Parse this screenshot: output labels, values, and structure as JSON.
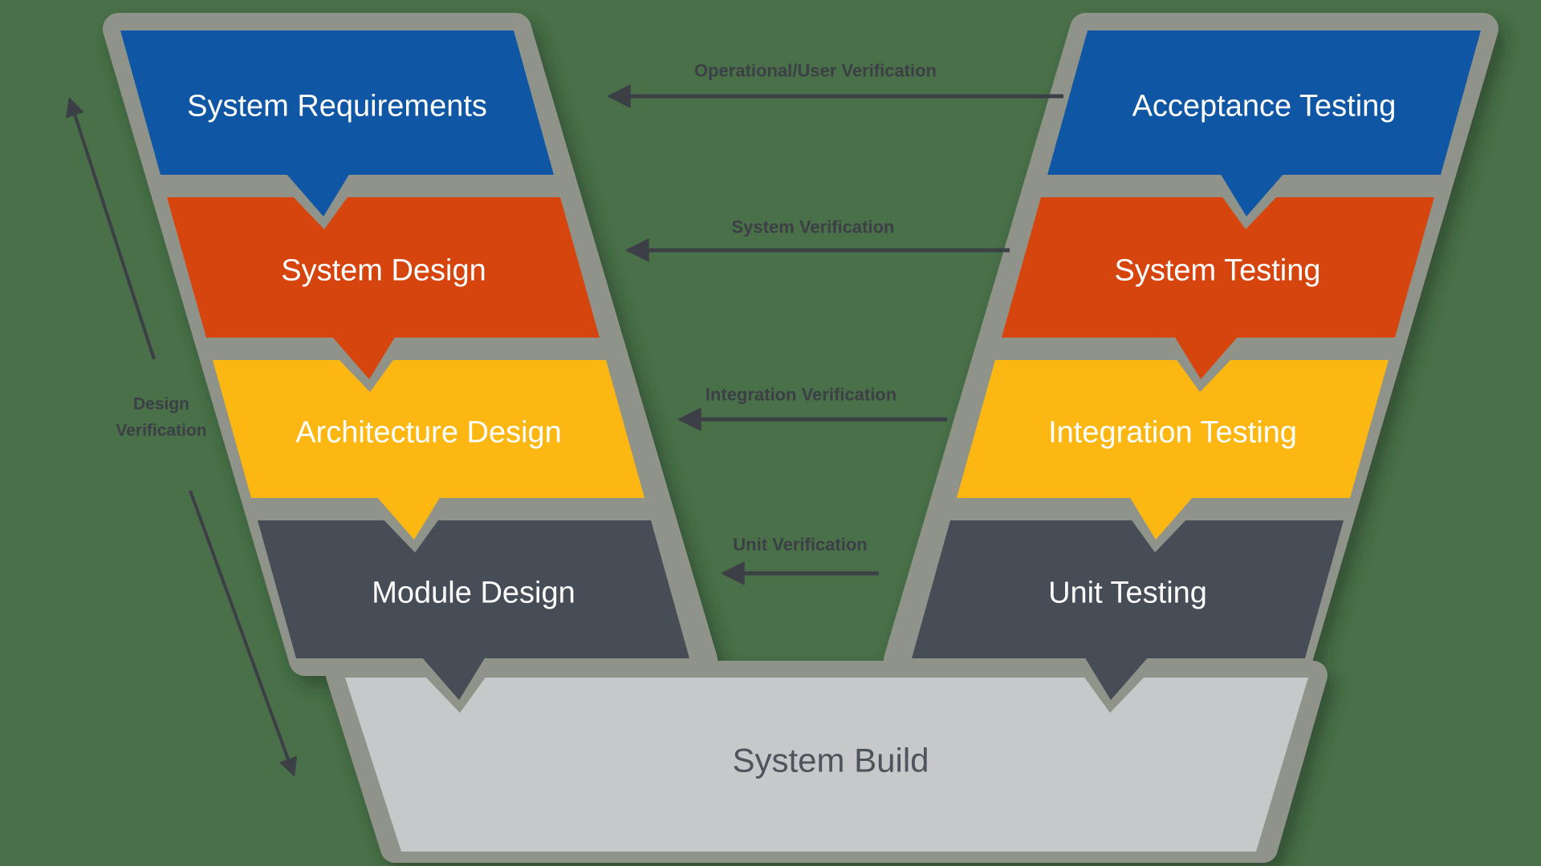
{
  "background_color": "#497048",
  "palette": {
    "backing": "#90938a",
    "arrow": "#3c4046",
    "label_text": "#3c4046",
    "stage_text": "#ffffff"
  },
  "left_column": {
    "stages": [
      {
        "label": "System Requirements",
        "color": "#0f57a4"
      },
      {
        "label": "System Design",
        "color": "#d6450e"
      },
      {
        "label": "Architecture Design",
        "color": "#fcb712"
      },
      {
        "label": "Module Design",
        "color": "#474d56"
      }
    ]
  },
  "right_column": {
    "stages": [
      {
        "label": "Acceptance Testing",
        "color": "#0f57a4"
      },
      {
        "label": "System Testing",
        "color": "#d6450e"
      },
      {
        "label": "Integration Testing",
        "color": "#fcb712"
      },
      {
        "label": "Unit Testing",
        "color": "#474d56"
      }
    ]
  },
  "base_stage": {
    "label": "System Build",
    "color": "#c6c8ca",
    "text_color": "#4f545c"
  },
  "verification_arrows": [
    {
      "label": "Operational/User Verification"
    },
    {
      "label": "System Verification"
    },
    {
      "label": "Integration Verification"
    },
    {
      "label": "Unit Verification"
    }
  ],
  "side_annotation": {
    "line1": "Design",
    "line2": "Verification"
  }
}
